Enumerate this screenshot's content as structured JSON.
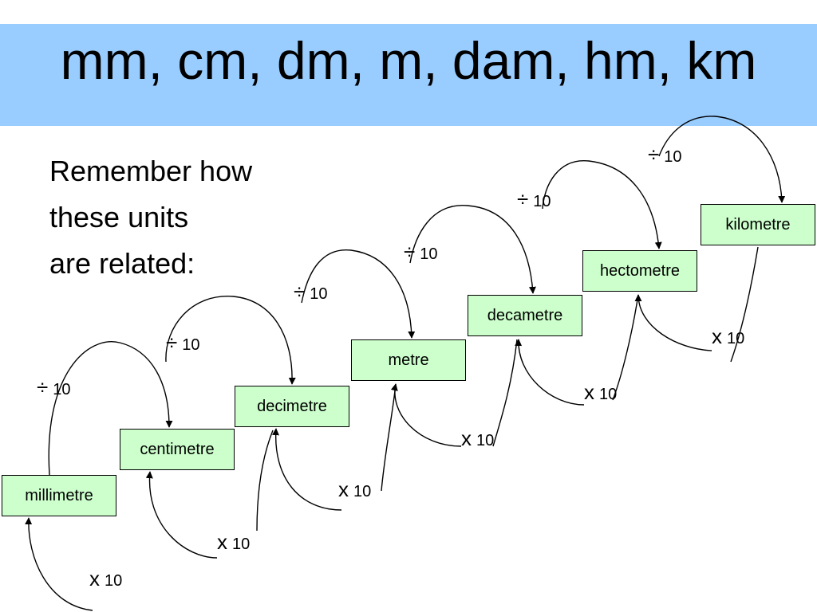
{
  "title": "mm, cm, dm, m, dam, hm, km",
  "intro": [
    "Remember how",
    "these units",
    "are related:"
  ],
  "units": [
    "millimetre",
    "centimetre",
    "decimetre",
    "metre",
    "decametre",
    "hectometre",
    "kilometre"
  ],
  "divide_labels": [
    {
      "symbol": "÷",
      "value": "10"
    },
    {
      "symbol": "÷",
      "value": "10"
    },
    {
      "symbol": "÷",
      "value": "10"
    },
    {
      "symbol": "÷",
      "value": "10"
    },
    {
      "symbol": "÷",
      "value": "10"
    },
    {
      "symbol": "÷",
      "value": "10"
    }
  ],
  "multiply_labels": [
    {
      "symbol": "x",
      "value": "10"
    },
    {
      "symbol": "x",
      "value": "10"
    },
    {
      "symbol": "x",
      "value": "10"
    },
    {
      "symbol": "x",
      "value": "10"
    },
    {
      "symbol": "x",
      "value": "10"
    },
    {
      "symbol": "x",
      "value": "10"
    }
  ],
  "colors": {
    "header_background": "#99ccff",
    "box_fill": "#ccffcc",
    "stroke": "#000000"
  }
}
